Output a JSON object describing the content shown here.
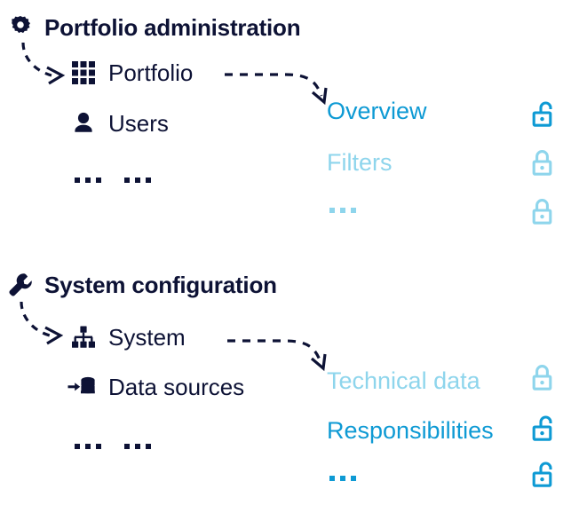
{
  "diagram": {
    "title_colors": {
      "heading": "#0d1235",
      "menu_text": "#0d1235",
      "accent_strong": "#0e9ad4",
      "accent_light": "#8ed5ec",
      "background": "#ffffff"
    },
    "sections": [
      {
        "id": "portfolio-administration",
        "heading": {
          "label": "Portfolio administration",
          "icon": "gear-icon"
        },
        "menu_items": [
          {
            "label": "Portfolio",
            "icon": "grid-icon"
          },
          {
            "label": "Users",
            "icon": "user-icon"
          }
        ],
        "menu_ellipsis": [
          "...",
          "..."
        ],
        "details": [
          {
            "label": "Overview",
            "state": "active",
            "lock": "unlocked-icon",
            "lock_state": "unlocked"
          },
          {
            "label": "Filters",
            "state": "muted",
            "lock": "locked-icon",
            "lock_state": "locked"
          },
          {
            "label": "...",
            "state": "muted",
            "lock": "locked-icon",
            "lock_state": "locked"
          }
        ]
      },
      {
        "id": "system-configuration",
        "heading": {
          "label": "System configuration",
          "icon": "wrench-icon"
        },
        "menu_items": [
          {
            "label": "System",
            "icon": "sitemap-icon"
          },
          {
            "label": "Data sources",
            "icon": "database-import-icon"
          }
        ],
        "menu_ellipsis": [
          "...",
          "..."
        ],
        "details": [
          {
            "label": "Technical data",
            "state": "muted",
            "lock": "locked-icon",
            "lock_state": "locked"
          },
          {
            "label": "Responsibilities",
            "state": "active",
            "lock": "unlocked-icon",
            "lock_state": "unlocked"
          },
          {
            "label": "...",
            "state": "active",
            "lock": "unlocked-icon",
            "lock_state": "unlocked"
          }
        ]
      }
    ],
    "connectors": [
      {
        "id": "gear-to-portfolio",
        "kind": "curved-dashed-arrow"
      },
      {
        "id": "portfolio-to-overview",
        "kind": "curved-dashed-arrow"
      },
      {
        "id": "wrench-to-system",
        "kind": "curved-dashed-arrow"
      },
      {
        "id": "system-to-technical-data",
        "kind": "curved-dashed-arrow"
      }
    ]
  }
}
